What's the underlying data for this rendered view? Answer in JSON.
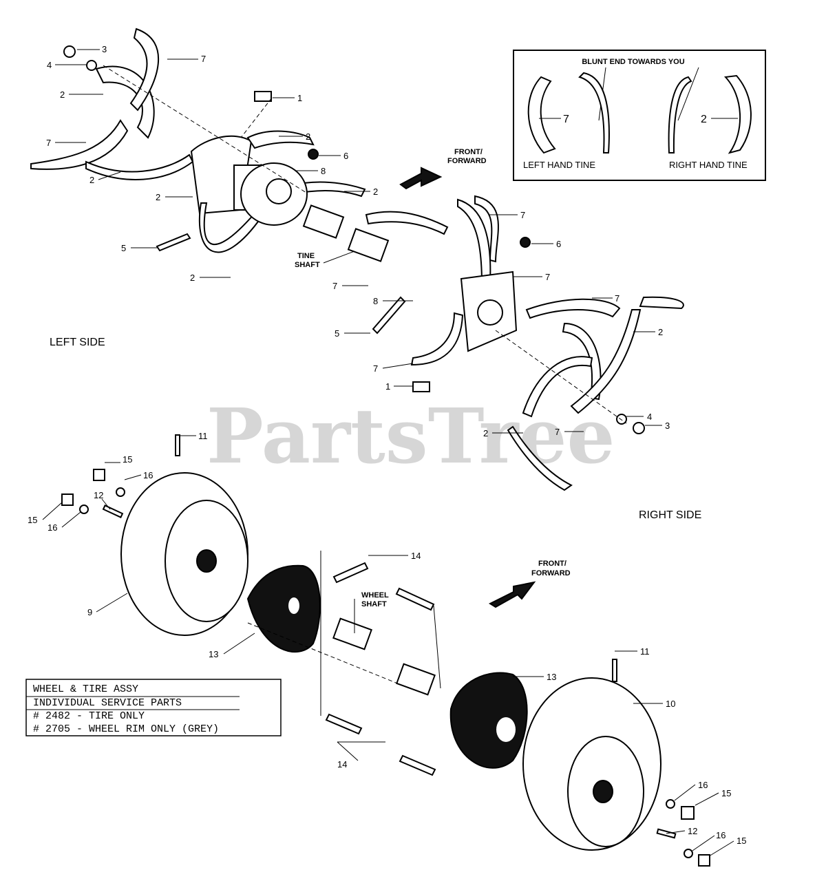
{
  "watermark": "PartsTree",
  "legend": {
    "title": "BLUNT END TOWARDS YOU",
    "left_number": "7",
    "right_number": "2",
    "left_caption": "LEFT HAND TINE",
    "right_caption": "RIGHT HAND TINE"
  },
  "side_labels": {
    "left": "LEFT SIDE",
    "right": "RIGHT SIDE"
  },
  "direction_labels": {
    "top": [
      "FRONT/",
      "FORWARD"
    ],
    "bottom": [
      "FRONT/",
      "FORWARD"
    ]
  },
  "shaft_labels": {
    "tine": [
      "TINE",
      "SHAFT"
    ],
    "wheel": [
      "WHEEL",
      "SHAFT"
    ]
  },
  "service_note": {
    "lines": [
      "WHEEL & TIRE ASSY",
      "INDIVIDUAL SERVICE PARTS",
      "# 2482 - TIRE ONLY",
      "# 2705 - WHEEL RIM ONLY (GREY)"
    ]
  },
  "callouts": {
    "c3a": "3",
    "c4a": "4",
    "c7a": "7",
    "c2a": "2",
    "c7b": "7",
    "c2b": "2",
    "c2c": "2",
    "c1a": "1",
    "c2d": "2",
    "c6a": "6",
    "c8a": "8",
    "c2e": "2",
    "c5a": "5",
    "c2f": "2",
    "c7c": "7",
    "c6b": "6",
    "c7d": "7",
    "c7e": "7",
    "c8b": "8",
    "c7f": "7",
    "c5b": "5",
    "c2g": "2",
    "c7g": "7",
    "c1b": "1",
    "c4b": "4",
    "c3b": "3",
    "c2h": "2",
    "c7h": "7",
    "c11a": "11",
    "c15a": "15",
    "c16a": "16",
    "c12a": "12",
    "c15b": "15",
    "c16b": "16",
    "c9": "9",
    "c14a": "14",
    "c13a": "13",
    "c11b": "11",
    "c13b": "13",
    "c10": "10",
    "c14b": "14",
    "c16c": "16",
    "c15c": "15",
    "c12b": "12",
    "c16d": "16",
    "c15d": "15"
  }
}
